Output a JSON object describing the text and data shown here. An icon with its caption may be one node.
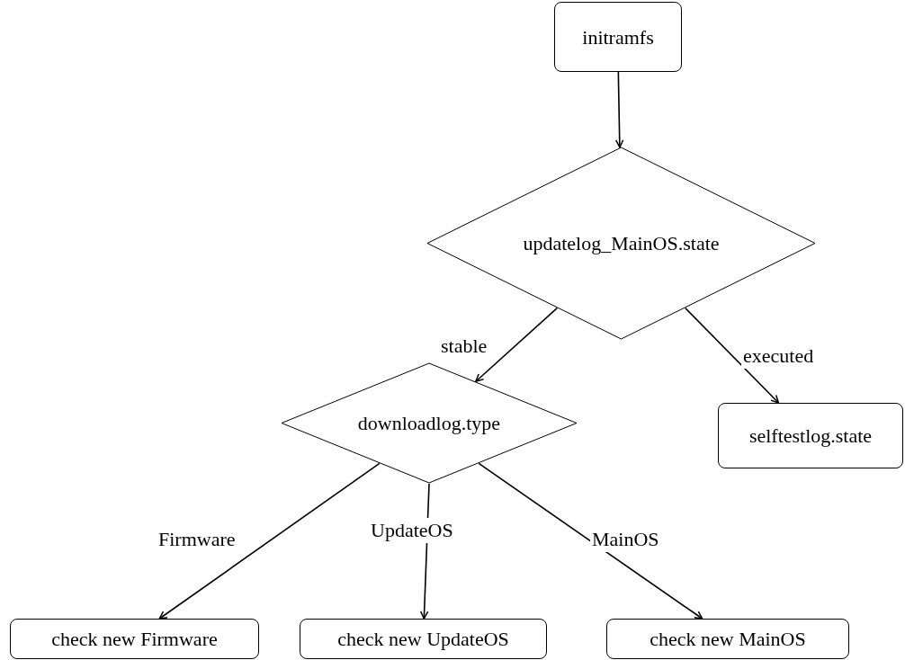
{
  "diagram": {
    "nodes": [
      {
        "text": [
          "initramfs"
        ]
      },
      {
        "text": [
          "updatelog_MainOS.state"
        ]
      },
      {
        "text": [
          "downloadlog.type"
        ]
      },
      {
        "text": [
          "selftestlog.state"
        ]
      },
      {
        "text": [
          "check new Firmware"
        ]
      },
      {
        "text": [
          "check new UpdateOS"
        ]
      },
      {
        "text": [
          "check new MainOS"
        ]
      }
    ],
    "edges": [
      {
        "from": 0,
        "to": 1,
        "arrow": "to"
      },
      {
        "from": 1,
        "to": 2,
        "arrow": "to",
        "label": "stable"
      },
      {
        "from": 1,
        "to": 3,
        "arrow": "to",
        "label": "executed"
      },
      {
        "from": 2,
        "to": 4,
        "arrow": "to",
        "label": "Firmware"
      },
      {
        "from": 2,
        "to": 5,
        "arrow": "to",
        "label": "UpdateOS"
      },
      {
        "from": 2,
        "to": 6,
        "arrow": "to",
        "label": "MainOS"
      }
    ]
  }
}
